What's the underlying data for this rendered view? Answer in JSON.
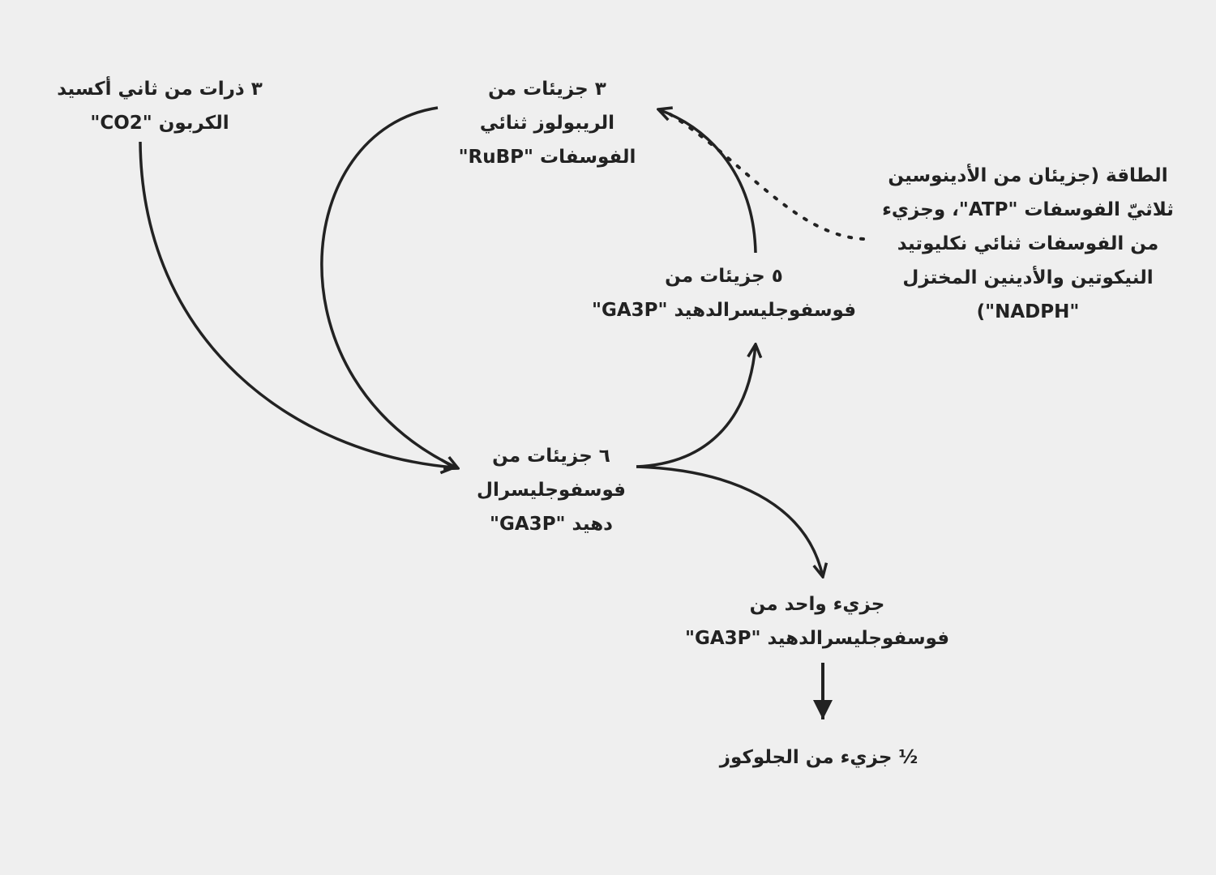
{
  "nodes": {
    "co2": [
      "٣ ذرات من ثاني أكسيد",
      "الكربون \"CO2\""
    ],
    "rubp": [
      "٣ جزيئات من",
      "الريبولوز ثنائي",
      "الفوسفات \"RuBP\""
    ],
    "ga3p_five": [
      "٥ جزيئات من",
      "فوسفوجليسرالدهيد \"GA3P\""
    ],
    "energy": [
      "الطاقة (جزيئان من الأدينوسين",
      "ثلاثيّ الفوسفات \"ATP\"، وجزيء",
      "من الفوسفات ثنائي نكليوتيد",
      "النيكوتين والأدينين المختزل",
      "(\"NADPH\""
    ],
    "ga3p_six": [
      "٦ جزيئات من",
      "فوسفوجليسرال",
      "دهيد \"GA3P\""
    ],
    "ga3p_one": [
      "جزيء واحد من",
      "فوسفوجليسرالدهيد \"GA3P\""
    ],
    "glucose": [
      "½ جزيء من الجلوكوز"
    ]
  },
  "colors": {
    "background": "#efefef",
    "ink": "#222222"
  }
}
